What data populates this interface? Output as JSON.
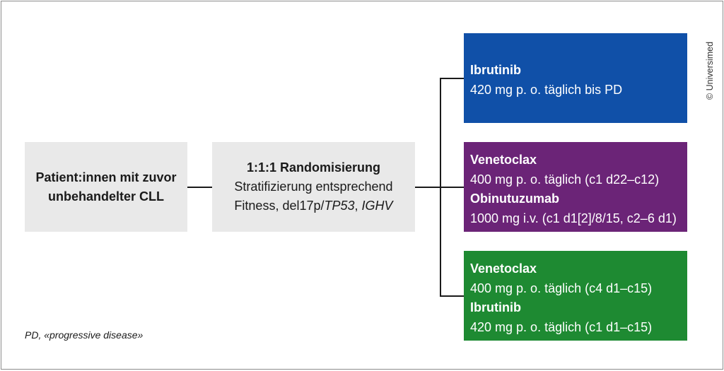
{
  "patient_box": {
    "line1": "Patient:innen mit zuvor",
    "line2": "unbehandelter CLL"
  },
  "randomization_box": {
    "title": "1:1:1 Randomisierung",
    "line2": "Stratifizierung entsprechend",
    "line3_prefix": "Fitness, del17p/",
    "line3_tp53": "TP53",
    "line3_sep": ", ",
    "line3_ighv": "IGHV"
  },
  "arms": [
    {
      "color": "#1050a8",
      "drug1": "Ibrutinib",
      "dose1": "420 mg p. o. täglich bis PD"
    },
    {
      "color": "#6b2477",
      "drug1": "Venetoclax",
      "dose1": "400 mg p. o. täglich (c1 d22–c12)",
      "drug2": "Obinutuzumab",
      "dose2": "1000 mg i.v. (c1 d1[2]/8/15, c2–6 d1)"
    },
    {
      "color": "#1e8a32",
      "drug1": "Venetoclax",
      "dose1": "400 mg p. o. täglich (c4 d1–c15)",
      "drug2": "Ibrutinib",
      "dose2": "420 mg p. o. täglich (c1 d1–c15)"
    }
  ],
  "footnote": "PD, «progressive disease»",
  "copyright": "© Universimed"
}
